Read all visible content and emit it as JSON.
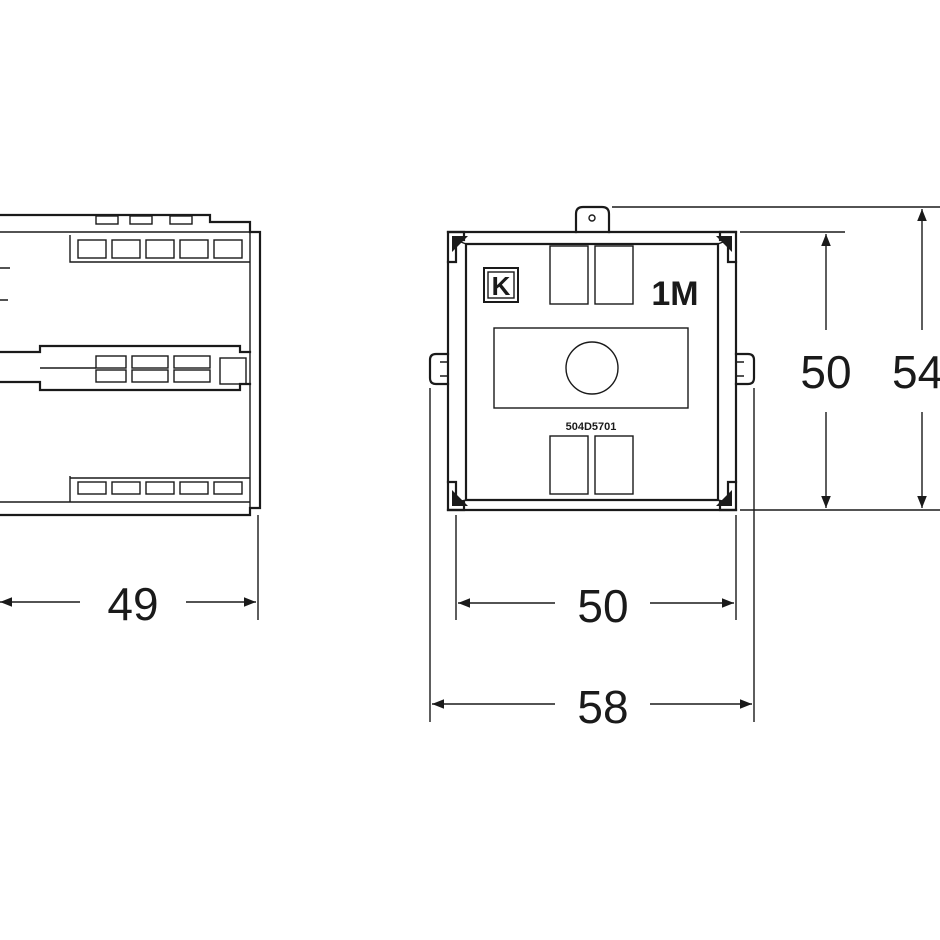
{
  "side_view": {
    "width_dim": "49"
  },
  "front_view": {
    "logo_letter": "K",
    "module_label": "1M",
    "part_code": "504D5701",
    "inner_width_dim": "50",
    "outer_width_dim": "58",
    "inner_height_dim": "50",
    "outer_height_dim": "54"
  }
}
